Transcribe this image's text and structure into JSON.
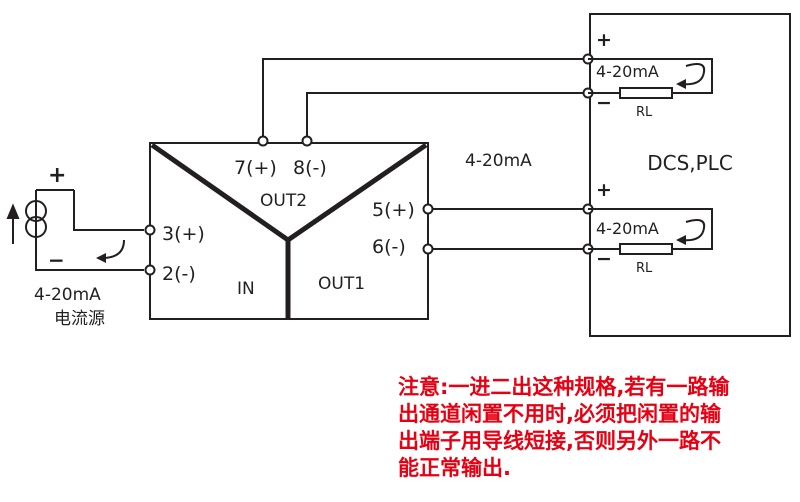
{
  "device": {
    "in_label": "IN",
    "out1_label": "OUT1",
    "out2_label": "OUT2",
    "term3": "3(+)",
    "term2": "2(-)",
    "term5": "5(+)",
    "term6": "6(-)",
    "term7": "7(+)",
    "term8": "8(-)"
  },
  "source": {
    "plus": "+",
    "minus": "−",
    "current": "4-20mA",
    "name": "电流源"
  },
  "middle_signal": "4-20mA",
  "plc": {
    "title": "DCS,PLC",
    "upper": {
      "plus": "+",
      "minus": "−",
      "current": "4-20mA",
      "resistor": "RL"
    },
    "lower": {
      "plus": "+",
      "minus": "−",
      "current": "4-20mA",
      "resistor": "RL"
    }
  },
  "note_lines": [
    "注意:一进二出这种规格,若有一路输",
    "出通道闲置不用时,必须把闲置的输",
    "出端子用导线短接,否则另外一路不",
    "能正常输出."
  ],
  "colors": {
    "line": "#231f20",
    "note": "#e60012"
  }
}
